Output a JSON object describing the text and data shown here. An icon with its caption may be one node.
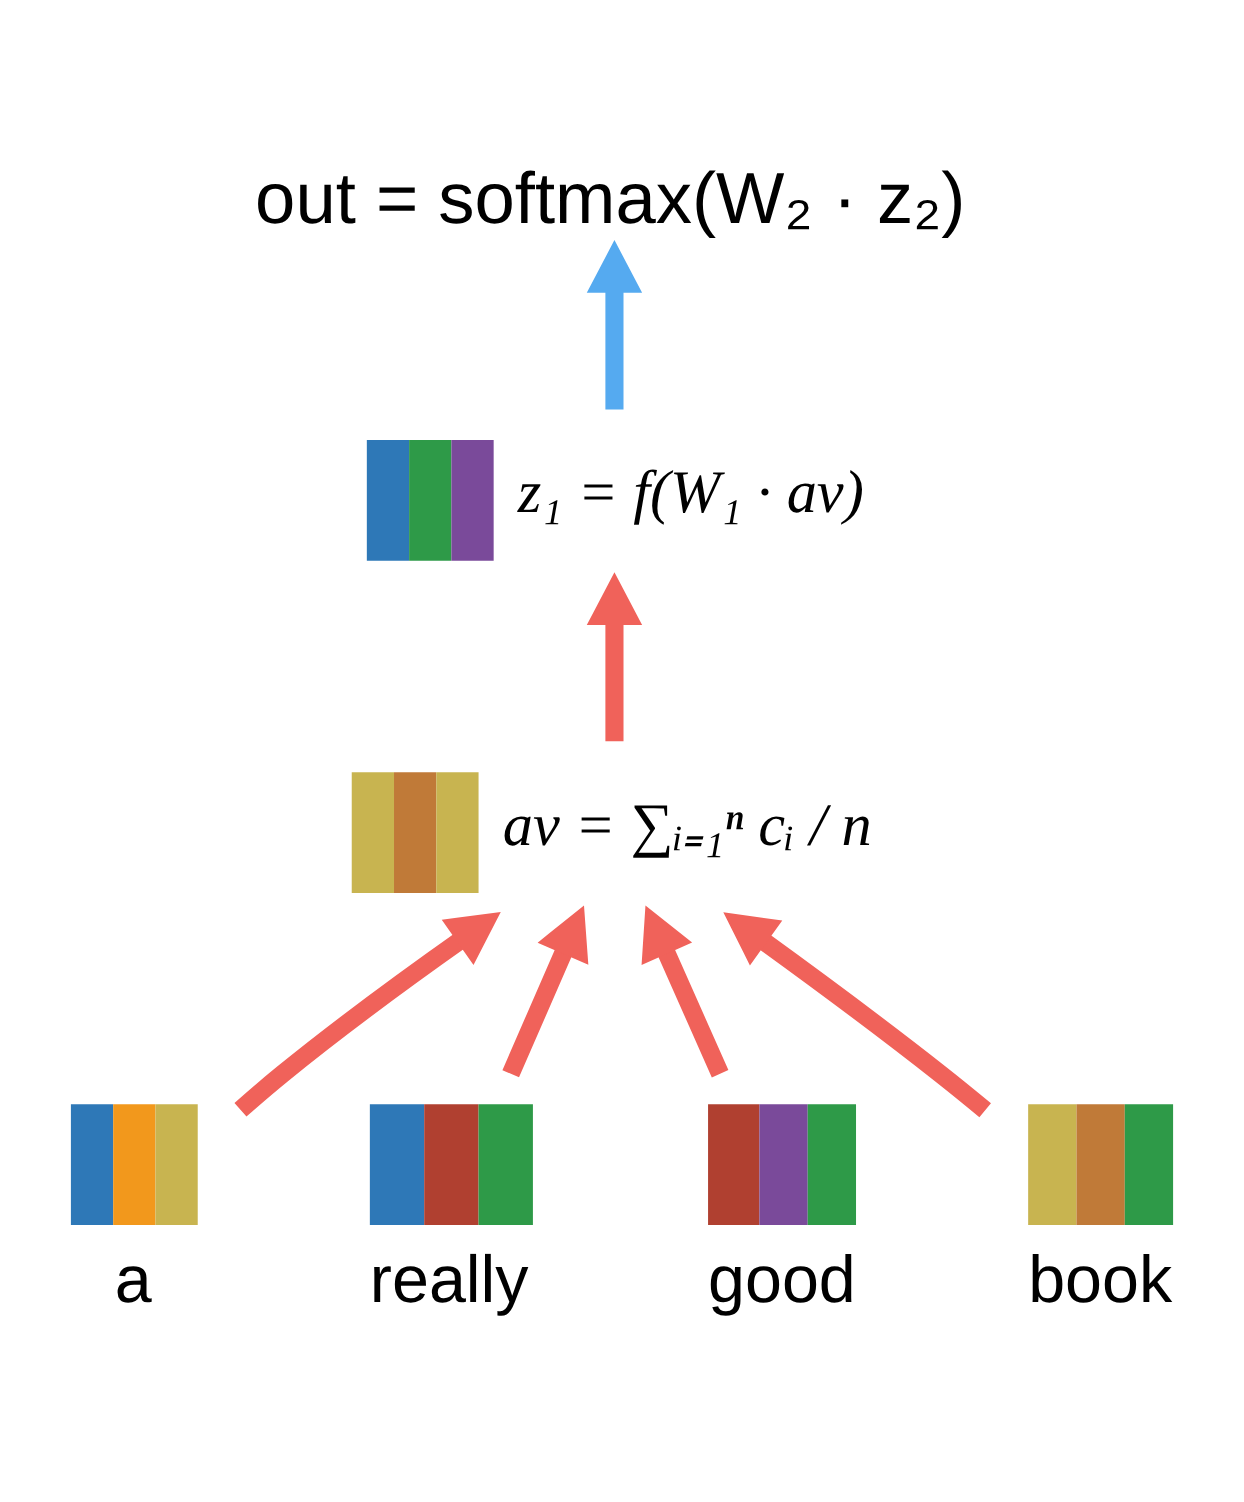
{
  "diagram": {
    "nodes": [
      {
        "text": [
          "out = softmax(W₂ · z₂)"
        ]
      },
      {
        "text": [],
        "shape": "bar",
        "beside": [
          "z₁ = f(W₁ · av)"
        ]
      },
      {
        "text": [],
        "shape": "bar",
        "beside": [
          "av = ∑ᵢ₌₁ⁿ cᵢ / n"
        ]
      },
      {
        "text": [],
        "shape": "bar",
        "beside": [
          "a"
        ]
      },
      {
        "text": [],
        "shape": "bar",
        "beside": [
          "really"
        ]
      },
      {
        "text": [],
        "shape": "bar",
        "beside": [
          "good"
        ]
      },
      {
        "text": [],
        "shape": "bar",
        "beside": [
          "book"
        ]
      }
    ],
    "edges": [
      {
        "from": 3,
        "to": 2,
        "arrow": "to"
      },
      {
        "from": 4,
        "to": 2,
        "arrow": "to"
      },
      {
        "from": 5,
        "to": 2,
        "arrow": "to"
      },
      {
        "from": 6,
        "to": 2,
        "arrow": "to"
      },
      {
        "from": 2,
        "to": 1,
        "arrow": "to"
      },
      {
        "from": 1,
        "to": 0,
        "arrow": "to",
        "color": "#55aaf0"
      }
    ]
  }
}
